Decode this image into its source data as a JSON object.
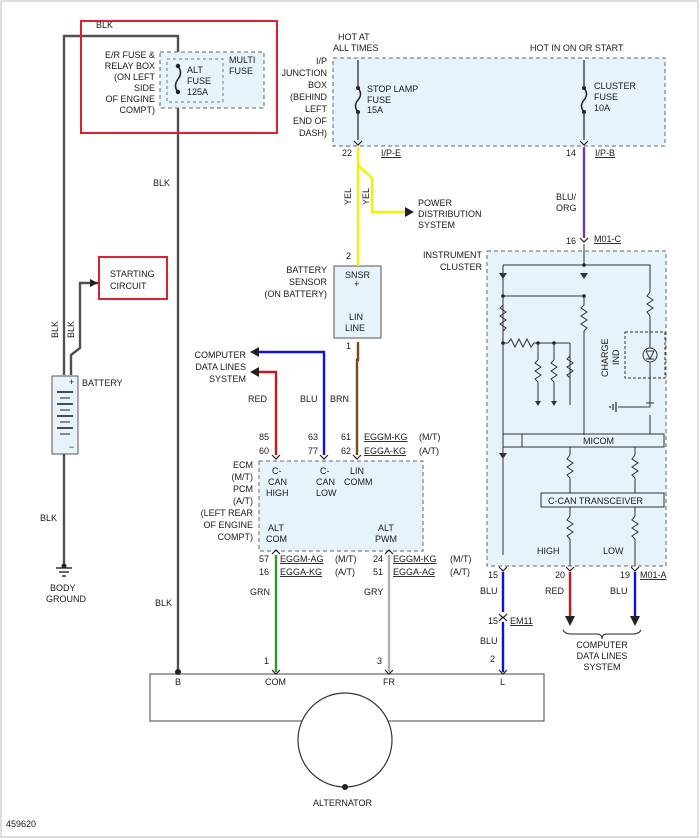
{
  "diagram_id": "459620",
  "colors": {
    "black_wire": "#505050",
    "yellow_wire": "#f4f000",
    "purple_wire": "#6a3cb0",
    "blue_wire": "#1010e0",
    "red_wire": "#c81818",
    "brown_wire": "#7a4a10",
    "green_wire": "#2a9a2a",
    "gray_wire": "#b0b0b0",
    "module_fill": "#e6f3fa",
    "highlight_red": "#e0202a"
  },
  "fuse_box": {
    "title": [
      "E/R FUSE &",
      "RELAY BOX",
      "(ON LEFT",
      "SIDE",
      "OF ENGINE",
      "COMPT)"
    ],
    "alt_fuse": [
      "ALT",
      "FUSE",
      "125A"
    ],
    "multi_fuse": [
      "MULTI",
      "FUSE"
    ]
  },
  "starting_circuit": [
    "STARTING",
    "CIRCUIT"
  ],
  "battery": {
    "label": "BATTERY",
    "plus": "+",
    "minus": "−"
  },
  "body_ground": [
    "BODY",
    "GROUND"
  ],
  "wires": {
    "blk_top": "BLK",
    "blk_mid": "BLK",
    "blk_low": "BLK",
    "blk_bottom": "BLK",
    "blk_v1": "BLK",
    "blk_v2": "BLK"
  },
  "ip_box": {
    "hot_always": [
      "HOT AT",
      "ALL TIMES"
    ],
    "hot_run": "HOT IN ON OR START",
    "title": [
      "I/P",
      "JUNCTION",
      "BOX",
      "(BEHIND",
      "LEFT",
      "END OF",
      "DASH)"
    ],
    "stop_fuse": [
      "STOP LAMP",
      "FUSE",
      "15A"
    ],
    "cluster_fuse": [
      "CLUSTER",
      "FUSE",
      "10A"
    ],
    "pin_22": "22",
    "conn_ipe": "I/P-E",
    "pin_14": "14",
    "conn_ipb": "I/P-B"
  },
  "yel_wire": {
    "left": "YEL",
    "right": "YEL"
  },
  "power_dist": [
    "POWER",
    "DISTRIBUTION",
    "SYSTEM"
  ],
  "blu_org": [
    "BLU/",
    "ORG"
  ],
  "m01c": {
    "pin": "16",
    "conn": "M01-C"
  },
  "battery_sensor": {
    "title": [
      "BATTERY",
      "SENSOR",
      "(ON BATTERY)"
    ],
    "pin_top": "2",
    "snsr": "SNSR",
    "plus": "+",
    "lin": [
      "LIN",
      "LINE"
    ],
    "pin_bottom": "1"
  },
  "computer_data_lines": [
    "COMPUTER",
    "DATA LINES",
    "SYSTEM"
  ],
  "wire_colors_pcm": {
    "red": "RED",
    "blu": "BLU",
    "brn": "BRN",
    "grn": "GRN",
    "gry": "GRY"
  },
  "pcm_pins": {
    "p85": "85",
    "p60": "60",
    "p63": "63",
    "p77": "77",
    "p61": "61",
    "p62": "62",
    "eggm_kg": "EGGM-KG",
    "egga_kg": "EGGA-KG",
    "mt": "(M/T)",
    "at": "(A/T)",
    "p57": "57",
    "p16": "16",
    "eggm_ag": "EGGM-AG",
    "egga_kg2": "EGGA-KG",
    "mt2": "(M/T)",
    "at2": "(A/T)",
    "p24": "24",
    "p51": "51",
    "eggm_kg2": "EGGM-KG",
    "egga_ag": "EGGA-AG",
    "mt3": "(M/T)",
    "at3": "(A/T)"
  },
  "pcm": {
    "title": [
      "ECM",
      "(M/T)",
      "PCM",
      "(A/T)",
      "(LEFT REAR",
      "OF ENGINE",
      "COMPT)"
    ],
    "c_can_high": [
      "C-",
      "CAN",
      "HIGH"
    ],
    "c_can_low": [
      "C-",
      "CAN",
      "LOW"
    ],
    "lin_comm": [
      "LIN",
      "COMM"
    ],
    "alt_com": [
      "ALT",
      "COM"
    ],
    "alt_pwm": [
      "ALT",
      "PWM"
    ]
  },
  "cluster": {
    "title": [
      "INSTRUMENT",
      "CLUSTER"
    ],
    "charge_ind": [
      "CHARGE",
      "IND"
    ],
    "micom": "MICOM",
    "transceiver": "C-CAN TRANSCEIVER",
    "high": "HIGH",
    "low": "LOW"
  },
  "cluster_pins": {
    "p15": "15",
    "blu1": "BLU",
    "p20": "20",
    "red": "RED",
    "p19": "19",
    "blu2": "BLU",
    "m01a": "M01-A",
    "em11_pin": "15",
    "em11": "EM11",
    "blu3": "BLU",
    "p2": "2"
  },
  "computer_data_lines2": [
    "COMPUTER",
    "DATA LINES",
    "SYSTEM"
  ],
  "alternator": {
    "label": "ALTERNATOR",
    "p1": "1",
    "p3": "3",
    "b": "B",
    "com": "COM",
    "fr": "FR",
    "l": "L"
  }
}
